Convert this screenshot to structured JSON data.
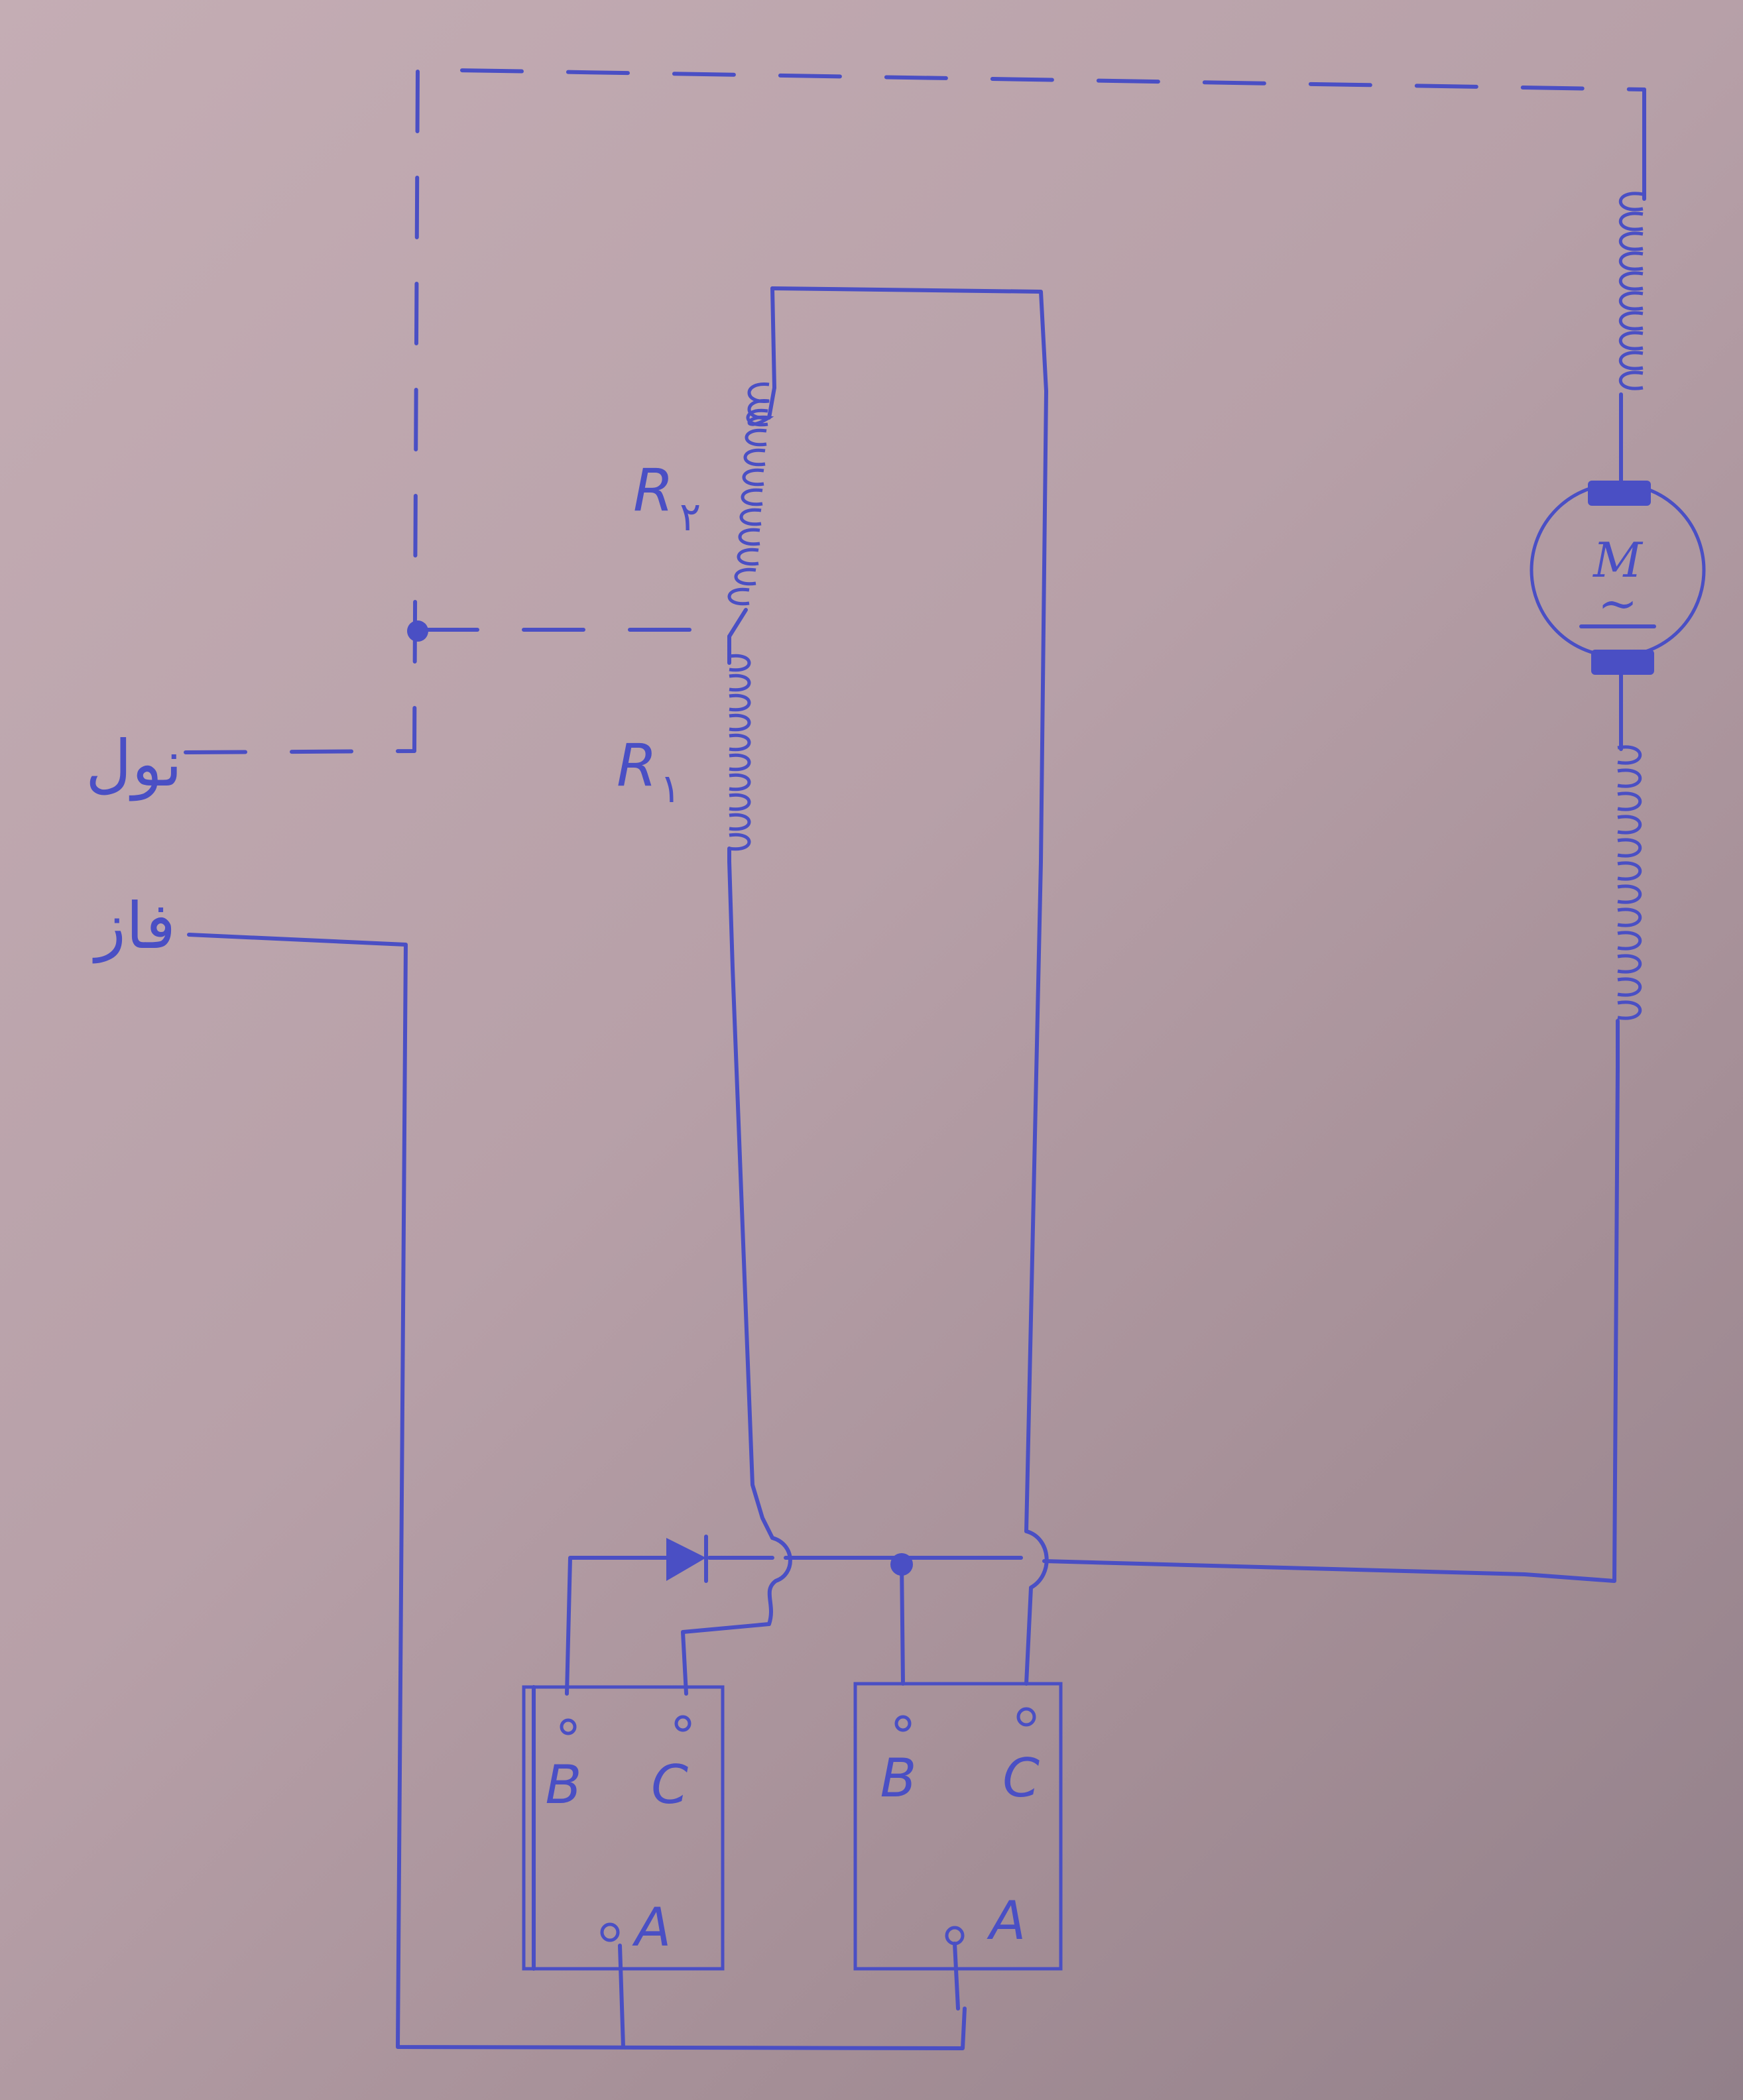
{
  "labels": {
    "neutral": "نول",
    "phase": "فاز",
    "resistor_1": "R",
    "resistor_1_sub": "۱",
    "resistor_2": "R",
    "resistor_2_sub": "۲",
    "motor": "M",
    "motor_ac": "~"
  },
  "switches": [
    {
      "terminals": [
        "B",
        "C",
        "A"
      ]
    },
    {
      "terminals": [
        "B",
        "C",
        "A"
      ]
    }
  ],
  "colors": {
    "ink": "#4a4fc4",
    "paper": "#b7a0a8"
  }
}
